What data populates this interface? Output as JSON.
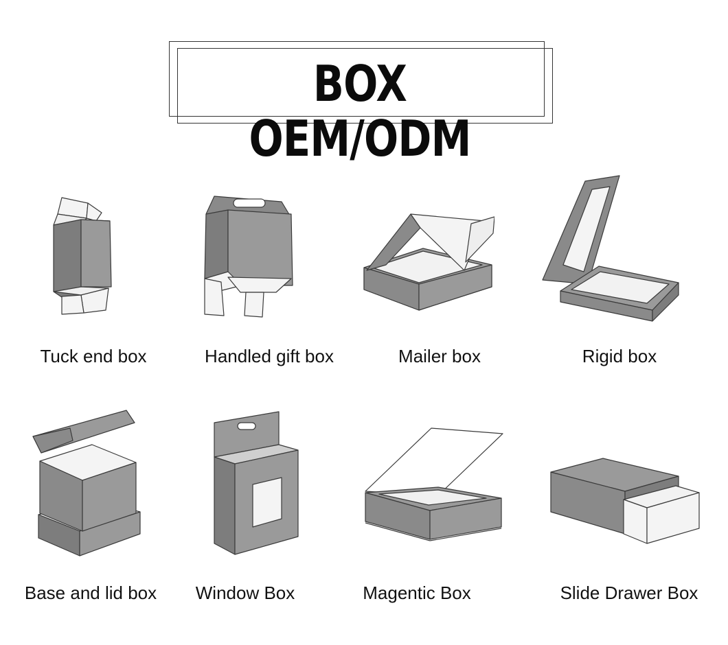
{
  "title": "BOX  OEM/ODM",
  "colors": {
    "fill": "#9a9a9a",
    "dark": "#7d7d7d",
    "light": "#f4f4f4",
    "stroke": "#3a3a3a"
  },
  "boxes": [
    {
      "label": "Tuck end box",
      "icon": "tuck-end-box-icon"
    },
    {
      "label": "Handled gift box",
      "icon": "handled-gift-box-icon"
    },
    {
      "label": "Mailer box",
      "icon": "mailer-box-icon"
    },
    {
      "label": "Rigid box",
      "icon": "rigid-box-icon"
    },
    {
      "label": "Base and lid box",
      "icon": "base-and-lid-box-icon"
    },
    {
      "label": "Window Box",
      "icon": "window-box-icon"
    },
    {
      "label": "Magentic Box",
      "icon": "magnetic-box-icon"
    },
    {
      "label": "Slide Drawer Box",
      "icon": "slide-drawer-box-icon"
    }
  ]
}
